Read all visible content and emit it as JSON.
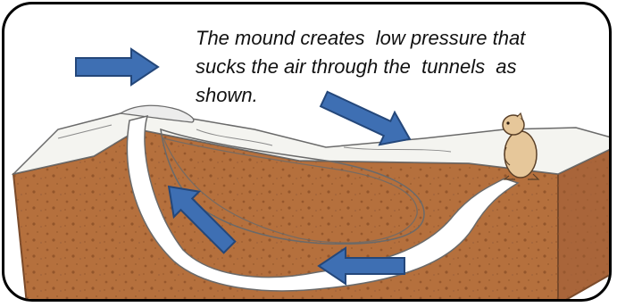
{
  "caption": {
    "line1": "The mound creates  low pressure that",
    "line2": "sucks the air through the  tunnels  as",
    "line3": "shown."
  },
  "colors": {
    "soil": "#b5703d",
    "soil_dark": "#8f5229",
    "soil_edge": "#7a4a2a",
    "tunnel": "#ffffff",
    "arrow_fill": "#3e6fb3",
    "arrow_stroke": "#24477a",
    "frame": "#000000"
  },
  "arrows": [
    {
      "name": "wind-arrow-left",
      "direction": "right"
    },
    {
      "name": "wind-arrow-mound",
      "direction": "down-right"
    },
    {
      "name": "tunnel-arrow-bottom",
      "direction": "left"
    },
    {
      "name": "tunnel-arrow-up",
      "direction": "up-left"
    }
  ],
  "icons": [
    "prairie-dog-icon"
  ]
}
